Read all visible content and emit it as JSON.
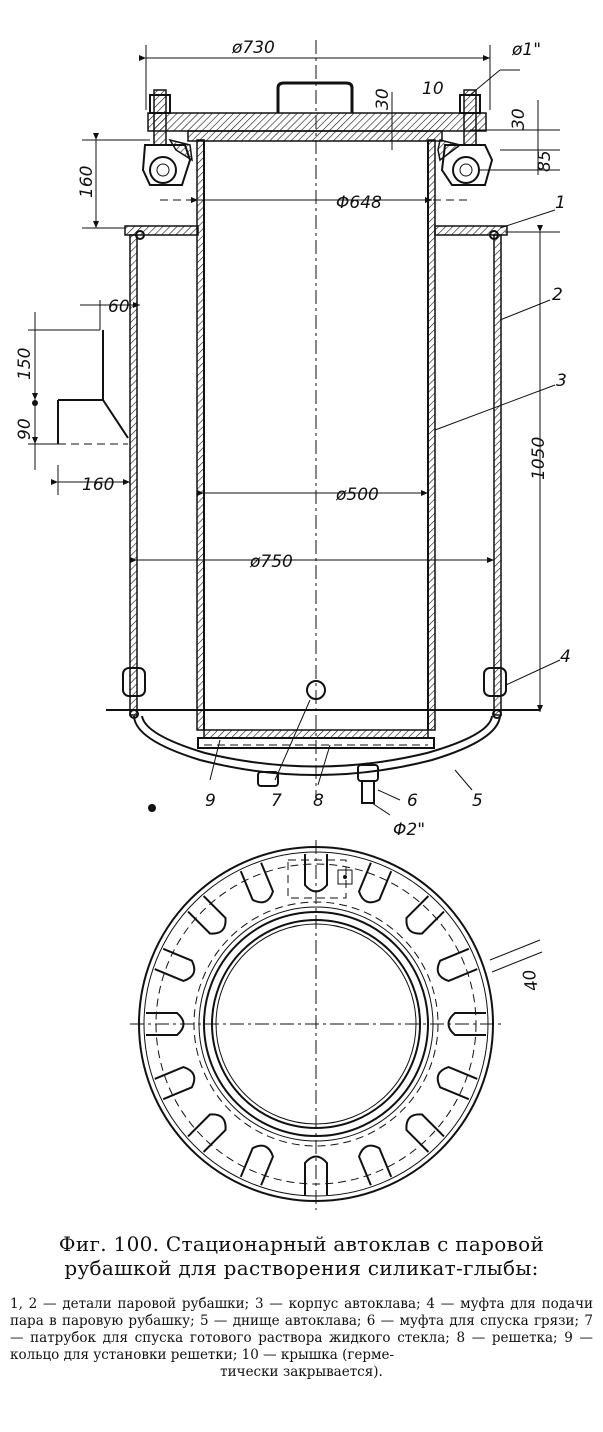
{
  "dimensions": {
    "d730": "ø730",
    "d1in": "ø1\"",
    "d648": "Φ648",
    "d500": "ø500",
    "d750": "ø750",
    "d2in": "Φ2\"",
    "h30a": "30",
    "h30b": "30",
    "h85": "85",
    "h160": "160",
    "w60": "60",
    "h150": "150",
    "h90": "90",
    "w160": "160",
    "h1050": "1050",
    "s40": "40"
  },
  "part_numbers": {
    "p1": "1",
    "p2": "2",
    "p3": "3",
    "p4": "4",
    "p5": "5",
    "p6": "6",
    "p7": "7",
    "p8": "8",
    "p9": "9",
    "p10": "10"
  },
  "caption": {
    "title": "Фиг. 100. Стационарный автоклав с паровой рубашкой для растворения силикат-глыбы:",
    "legend": "1, 2 — детали паровой рубашки; 3 — корпус автоклава; 4 — муфта для подачи пара в паровую рубашку; 5 — днище автоклава; 6 — муфта для спуска грязи; 7 — патрубок для спуска готового раствора жидкого стекла; 8 — решетка; 9 — кольцо для установки решетки; 10 — крышка (герме-",
    "legend_end": "тически закрывается)."
  }
}
